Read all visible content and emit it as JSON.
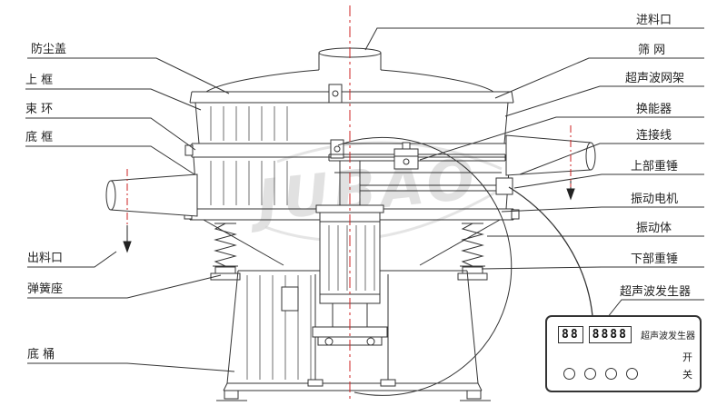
{
  "diagram": {
    "watermark": "JUBAO",
    "left_labels": [
      {
        "label": "防尘盖"
      },
      {
        "label": "上 框"
      },
      {
        "label": "束 环"
      },
      {
        "label": "底 框"
      },
      {
        "label": "出料口"
      },
      {
        "label": "弹簧座"
      },
      {
        "label": "底 桶"
      }
    ],
    "right_labels": [
      {
        "label": "进料口"
      },
      {
        "label": "筛 网"
      },
      {
        "label": "超声波网架"
      },
      {
        "label": "换能器"
      },
      {
        "label": "连接线"
      },
      {
        "label": "上部重锤"
      },
      {
        "label": "振动电机"
      },
      {
        "label": "振动体"
      },
      {
        "label": "下部重锤"
      },
      {
        "label": "超声波发生器"
      }
    ],
    "control_box": {
      "label": "超声波发生器",
      "display_left": "88",
      "display_right": "8888",
      "switch_on": "开",
      "switch_off": "关"
    },
    "colors": {
      "line": "#333333",
      "centerline": "#cc2222",
      "watermark": "#c9c9c9"
    }
  }
}
